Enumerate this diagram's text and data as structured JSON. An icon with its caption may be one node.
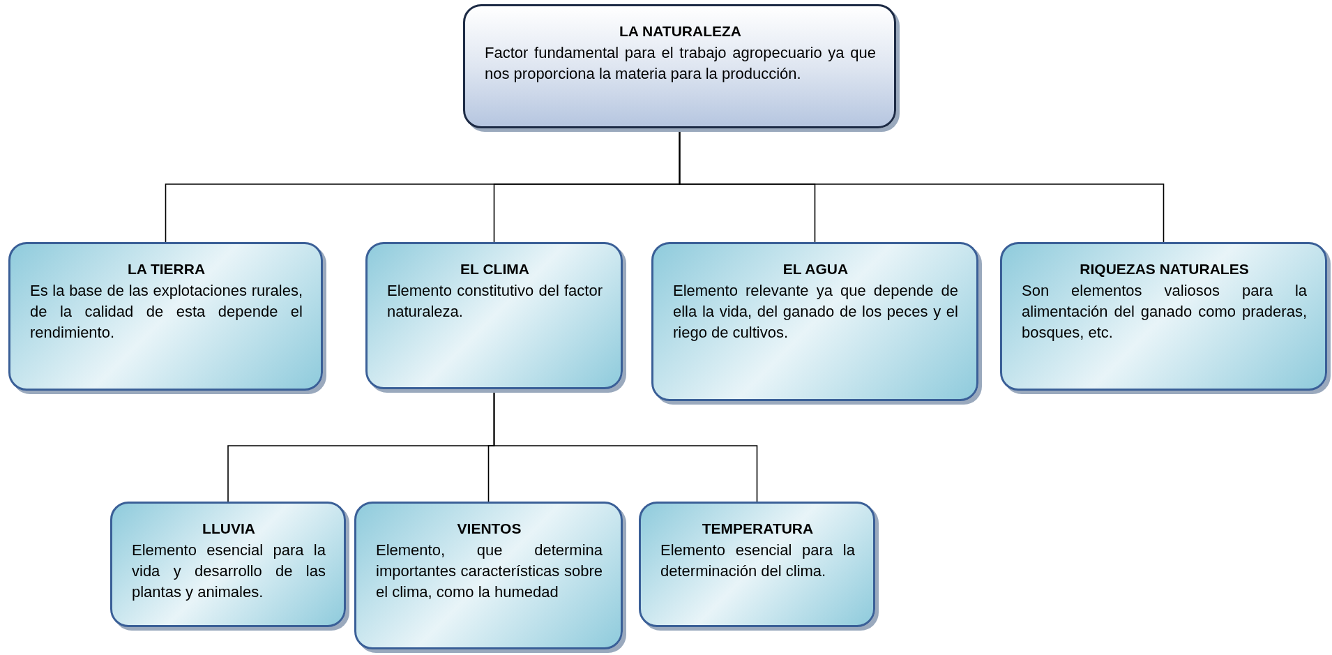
{
  "diagram": {
    "nodes": [
      {
        "text": [
          "LA NATURALEZA",
          "Factor fundamental para el trabajo agropecuario ya que nos proporciona la materia para la producción."
        ]
      },
      {
        "text": [
          "LA TIERRA",
          "Es la base de las explotaciones rurales, de la calidad de esta depende el rendimiento."
        ]
      },
      {
        "text": [
          "EL CLIMA",
          "Elemento constitutivo del factor naturaleza."
        ]
      },
      {
        "text": [
          "EL AGUA",
          "Elemento relevante ya que depende de ella la vida, del ganado de los peces y el riego de cultivos."
        ]
      },
      {
        "text": [
          "RIQUEZAS NATURALES",
          "Son elementos valiosos para la alimentación del ganado como praderas, bosques, etc."
        ]
      },
      {
        "text": [
          "LLUVIA",
          "Elemento esencial para la vida y desarrollo de las plantas y animales."
        ]
      },
      {
        "text": [
          "VIENTOS",
          "Elemento, que determina importantes características sobre el clima, como la humedad"
        ]
      },
      {
        "text": [
          "TEMPERATURA",
          "Elemento esencial para la determinación del clima."
        ]
      }
    ],
    "edges": [
      {
        "from": 0,
        "to": 1,
        "arrow": "none"
      },
      {
        "from": 0,
        "to": 2,
        "arrow": "none"
      },
      {
        "from": 0,
        "to": 3,
        "arrow": "none"
      },
      {
        "from": 0,
        "to": 4,
        "arrow": "none"
      },
      {
        "from": 2,
        "to": 5,
        "arrow": "none"
      },
      {
        "from": 2,
        "to": 6,
        "arrow": "none"
      },
      {
        "from": 2,
        "to": 7,
        "arrow": "none"
      }
    ]
  }
}
